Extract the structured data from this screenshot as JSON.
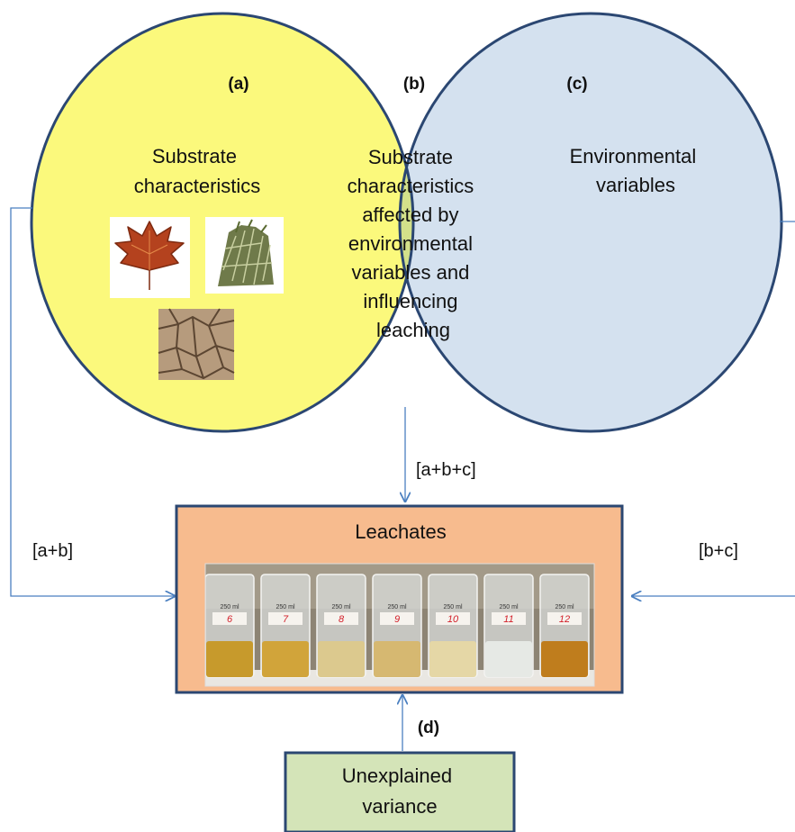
{
  "venn": {
    "label_a": "(a)",
    "label_b": "(b)",
    "label_c": "(c)",
    "left_text": [
      "Substrate",
      "characteristics"
    ],
    "middle_text": [
      "Substrate",
      "characteristics",
      "affected by",
      "environmental",
      "variables and",
      "influencing",
      "leaching"
    ],
    "right_text": [
      "Environmental",
      "variables"
    ]
  },
  "arrows": {
    "top": "[a+b+c]",
    "left": "[a+b]",
    "right": "[b+c]",
    "bottom": "(d)"
  },
  "leachates_box": {
    "title": "Leachates",
    "beaker_volume": "250 ml",
    "beaker_numbers": [
      "6",
      "7",
      "8",
      "9",
      "10",
      "11",
      "12"
    ]
  },
  "unexplained_box": {
    "text": [
      "Unexplained",
      "variance"
    ]
  },
  "colors": {
    "left_circle": "#fbf97c",
    "right_circle": "#d4e1ef",
    "overlap": "#d3e18a",
    "circle_stroke": "#2b4772",
    "leachates_fill": "#f7bb8e",
    "unexplained_fill": "#d4e4b8",
    "arrow": "#4a7fc0"
  }
}
